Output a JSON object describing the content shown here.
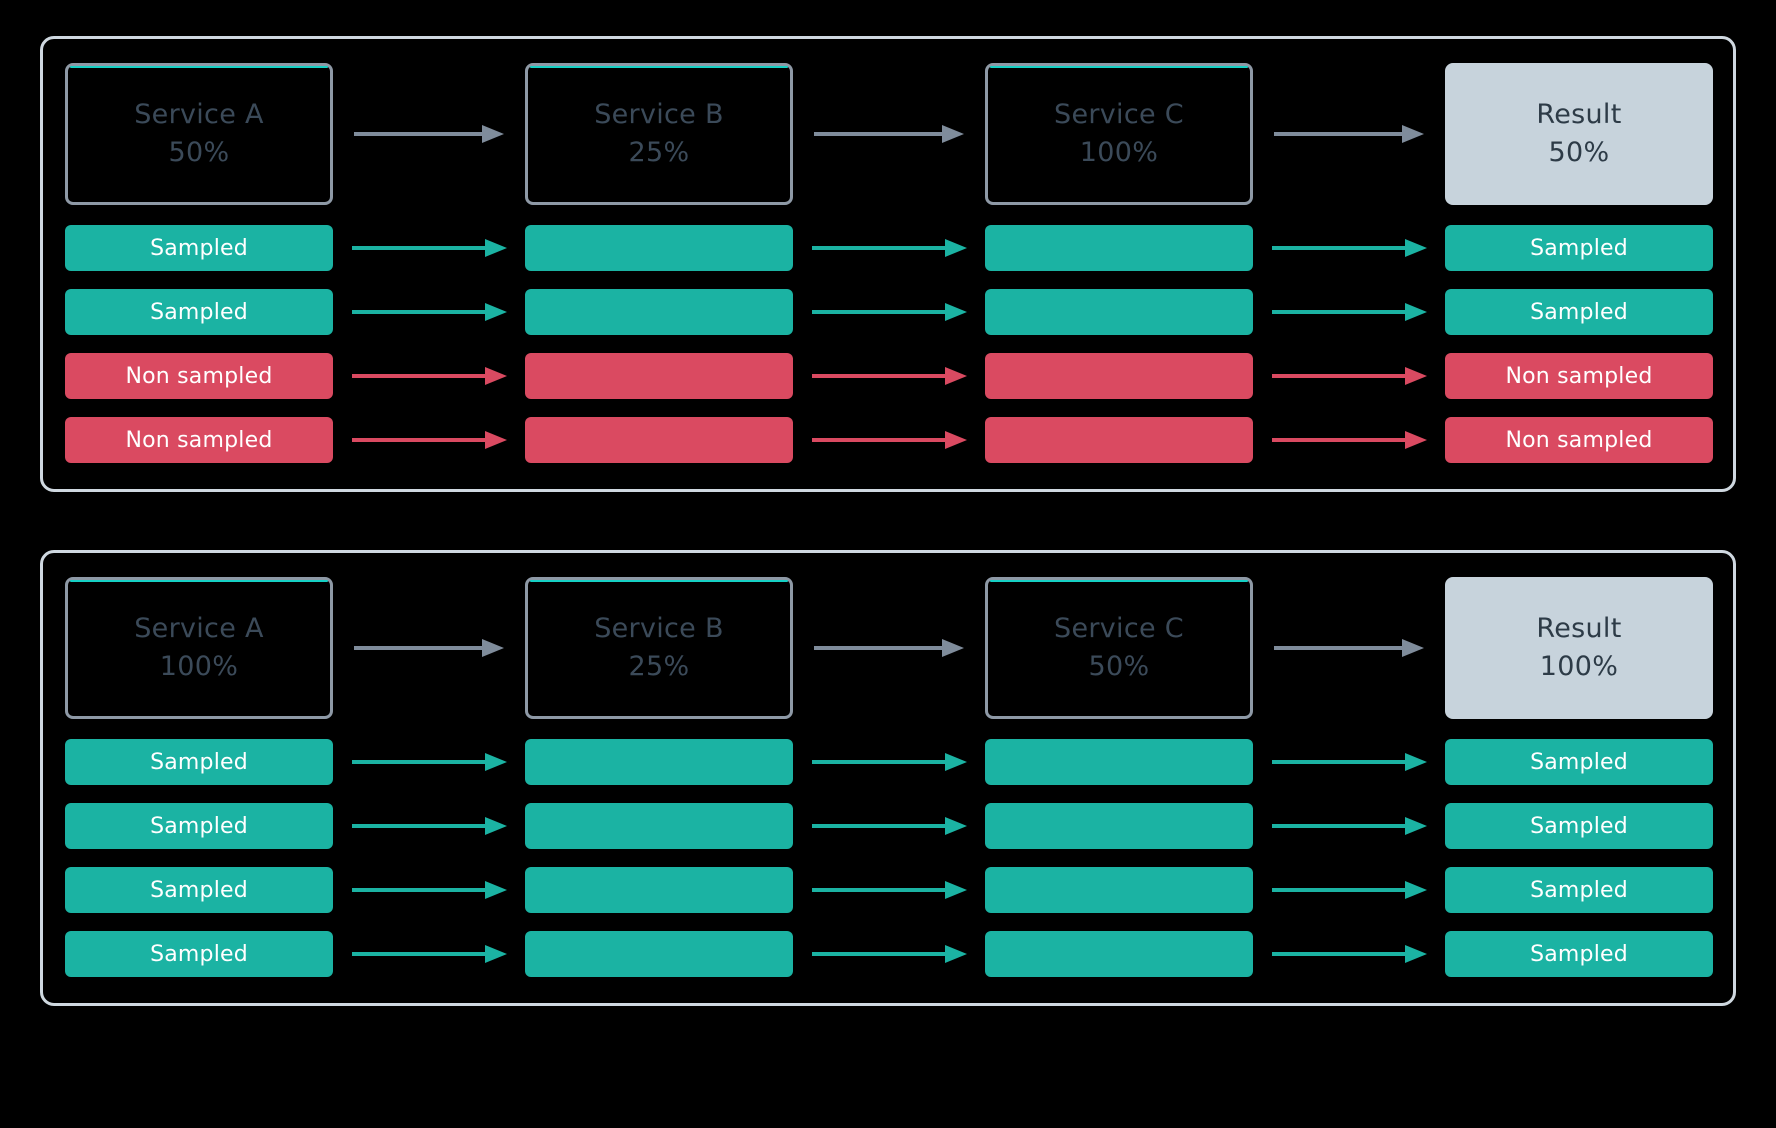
{
  "colors": {
    "background": "#000000",
    "panel_border": "#cfd8e0",
    "service_box_border": "#8e99a6",
    "service_accent": "#16d0c4",
    "service_text": "#3b4a59",
    "result_fill": "#c7d3dc",
    "result_text": "#2d3b47",
    "sampled": "#1bb3a3",
    "non_sampled": "#da4a61",
    "gray_arrow": "#7f8c9b"
  },
  "panels": [
    {
      "id": "panel-head-based-sampling",
      "services": [
        {
          "name": "Service A",
          "percent": "50%",
          "kind": "service"
        },
        {
          "name": "Service B",
          "percent": "25%",
          "kind": "service"
        },
        {
          "name": "Service C",
          "percent": "100%",
          "kind": "service"
        },
        {
          "name": "Result",
          "percent": "50%",
          "kind": "result"
        }
      ],
      "traces": [
        {
          "state": "sampled",
          "label": "Sampled",
          "arrow": "sampled"
        },
        {
          "state": "sampled",
          "label": "Sampled",
          "arrow": "sampled"
        },
        {
          "state": "non-sampled",
          "label": "Non sampled",
          "arrow": "non-sampled"
        },
        {
          "state": "non-sampled",
          "label": "Non sampled",
          "arrow": "non-sampled"
        }
      ]
    },
    {
      "id": "panel-full-sampling",
      "services": [
        {
          "name": "Service A",
          "percent": "100%",
          "kind": "service"
        },
        {
          "name": "Service B",
          "percent": "25%",
          "kind": "service"
        },
        {
          "name": "Service C",
          "percent": "50%",
          "kind": "service"
        },
        {
          "name": "Result",
          "percent": "100%",
          "kind": "result"
        }
      ],
      "traces": [
        {
          "state": "sampled",
          "label": "Sampled",
          "arrow": "sampled"
        },
        {
          "state": "sampled",
          "label": "Sampled",
          "arrow": "sampled"
        },
        {
          "state": "sampled",
          "label": "Sampled",
          "arrow": "sampled"
        },
        {
          "state": "sampled",
          "label": "Sampled",
          "arrow": "sampled"
        }
      ]
    }
  ]
}
